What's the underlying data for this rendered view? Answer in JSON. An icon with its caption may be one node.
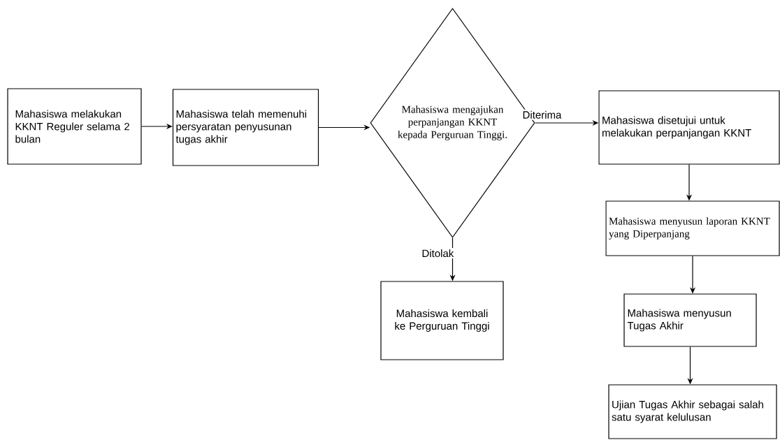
{
  "diagram": {
    "nodes": [
      {
        "text": [
          "Mahasiswa melakukan KKNT Reguler selama 2 bulan"
        ]
      },
      {
        "text": [
          "Mahasiswa telah memenuhi persyaratan penyusunan tugas akhir"
        ]
      },
      {
        "text": [
          "Mahasiswa mengajukan perpanjangan KKNT kepada Perguruan Tinggi."
        ]
      },
      {
        "text": [
          "Mahasiswa disetujui untuk melakukan perpanjangan KKNT"
        ]
      },
      {
        "text": [
          "Mahasiswa menyusun laporan KKNT yang Diperpanjang"
        ]
      },
      {
        "text": [
          "Mahasiswa kembali ke Perguruan Tinggi"
        ]
      },
      {
        "text": [
          "Mahasiswa menyusun Tugas Akhir"
        ]
      },
      {
        "text": [
          "Ujian Tugas Akhir sebagai salah satu syarat kelulusan"
        ]
      }
    ],
    "edges": [
      {
        "from": 0,
        "to": 1,
        "arrow": "to"
      },
      {
        "from": 1,
        "to": 2,
        "arrow": "to"
      },
      {
        "from": 2,
        "to": 3,
        "arrow": "to",
        "label": "Diterima"
      },
      {
        "from": 2,
        "to": 5,
        "arrow": "to",
        "label": "Ditolak"
      },
      {
        "from": 3,
        "to": 4,
        "arrow": "to"
      },
      {
        "from": 4,
        "to": 6,
        "arrow": "to"
      },
      {
        "from": 6,
        "to": 7,
        "arrow": "to"
      }
    ]
  }
}
